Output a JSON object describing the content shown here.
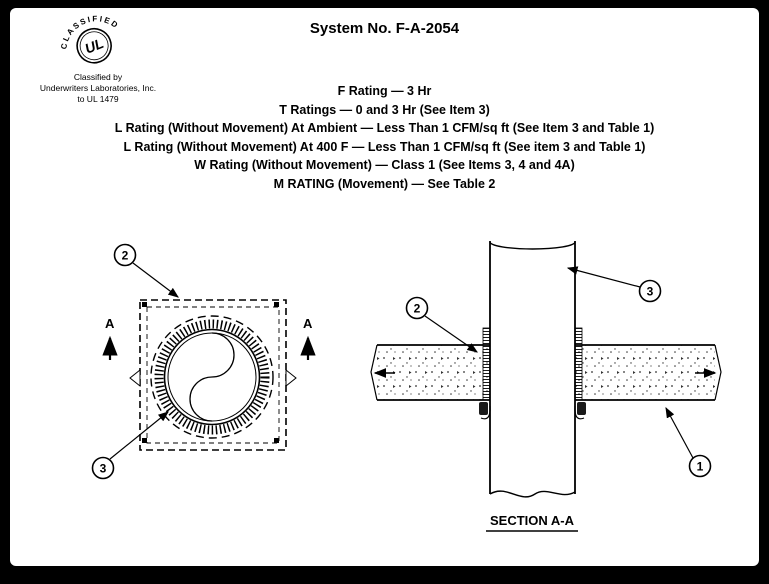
{
  "header": {
    "title": "System No. F-A-2054",
    "ul_logo_text": "UL",
    "ul_arc_text": "CLASSIFIED",
    "classified_line1": "Classified by",
    "classified_line2": "Underwriters Laboratories, Inc.",
    "classified_line3": "to UL 1479"
  },
  "ratings": [
    "F Rating — 3 Hr",
    "T Ratings — 0 and 3 Hr (See Item 3)",
    "L Rating (Without Movement) At Ambient — Less Than 1 CFM/sq ft (See Item 3 and Table 1)",
    "L Rating (Without Movement) At 400 F — Less Than 1 CFM/sq ft (See item 3 and Table 1)",
    "W Rating (Without Movement)  — Class 1 (See Items 3, 4 and 4A)",
    "M RATING (Movement) — See Table 2"
  ],
  "plan_view": {
    "callout_2": "2",
    "callout_3": "3",
    "section_label_left": "A",
    "section_label_right": "A"
  },
  "section_view": {
    "callout_1": "1",
    "callout_2": "2",
    "callout_3": "3",
    "label": "SECTION A-A"
  },
  "colors": {
    "ink": "#000000",
    "paper": "#ffffff",
    "frame": "#000000"
  }
}
